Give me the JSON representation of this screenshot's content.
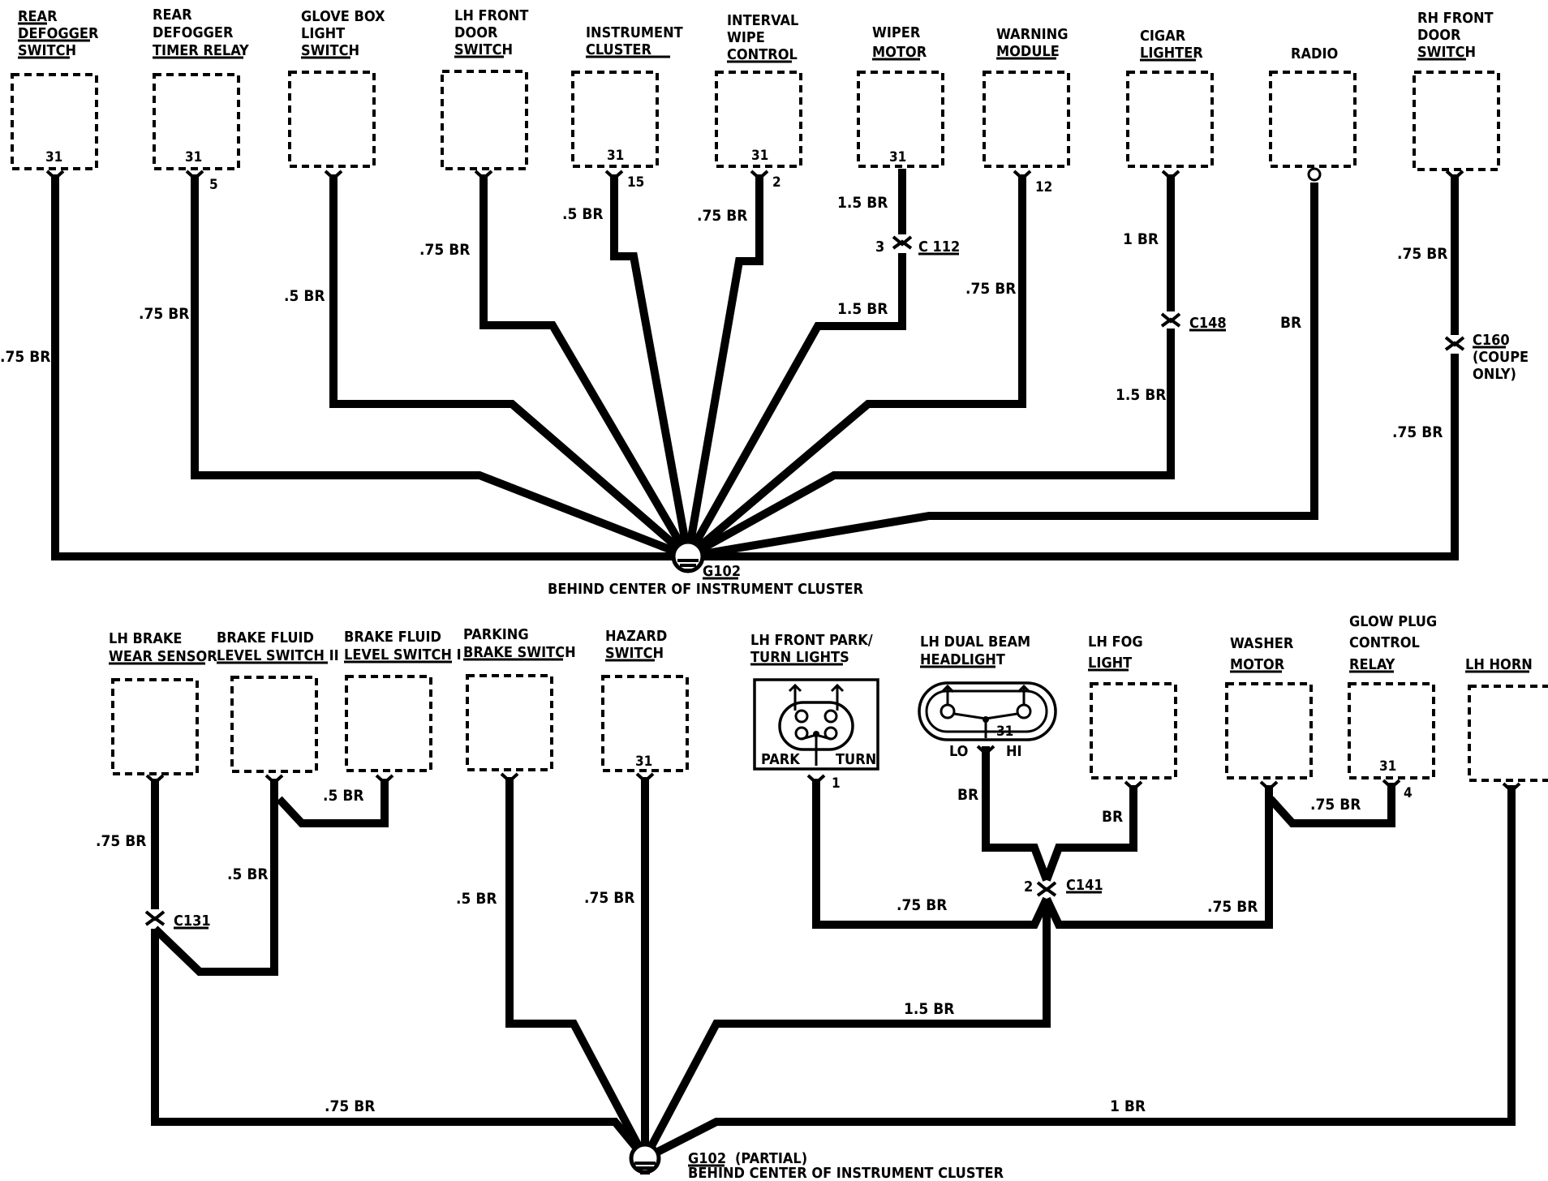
{
  "top": {
    "ground": {
      "id": "G102",
      "location": "BEHIND CENTER OF INSTRUMENT CLUSTER"
    },
    "components": [
      {
        "key": "rear_defogger_switch",
        "lines": [
          "REAR",
          "DEFOGGER",
          "SWITCH"
        ],
        "pin": "31"
      },
      {
        "key": "rear_defogger_timer_relay",
        "lines": [
          "REAR",
          "DEFOGGER",
          "TIMER RELAY"
        ],
        "pin": "31",
        "terminal": "5"
      },
      {
        "key": "glove_box_light_switch",
        "lines": [
          "GLOVE BOX",
          "LIGHT",
          "SWITCH"
        ]
      },
      {
        "key": "lh_front_door_switch",
        "lines": [
          "LH FRONT",
          "DOOR",
          "SWITCH"
        ]
      },
      {
        "key": "instrument_cluster",
        "lines": [
          "INSTRUMENT",
          "CLUSTER"
        ],
        "pin": "31",
        "terminal": "15"
      },
      {
        "key": "interval_wipe_control",
        "lines": [
          "INTERVAL",
          "WIPE",
          "CONTROL"
        ],
        "pin": "31",
        "terminal": "2"
      },
      {
        "key": "wiper_motor",
        "lines": [
          "WIPER",
          "MOTOR"
        ],
        "pin": "31"
      },
      {
        "key": "warning_module",
        "lines": [
          "WARNING",
          "MODULE"
        ],
        "terminal": "12"
      },
      {
        "key": "cigar_lighter",
        "lines": [
          "CIGAR",
          "LIGHTER"
        ]
      },
      {
        "key": "radio",
        "lines": [
          "RADIO"
        ]
      },
      {
        "key": "rh_front_door_switch",
        "lines": [
          "RH FRONT",
          "DOOR",
          "SWITCH"
        ]
      }
    ],
    "connectors": {
      "c112": {
        "id": "C 112",
        "pin": "3"
      },
      "c148": {
        "id": "C148"
      },
      "c160": {
        "id": "C160",
        "note": [
          "(COUPE",
          "ONLY)"
        ]
      }
    },
    "wires": {
      "rear_defogger_switch": ".75 BR",
      "rear_defogger_timer_relay": ".75 BR",
      "glove_box_light_switch": ".5 BR",
      "lh_front_door_switch": ".75 BR",
      "instrument_cluster": ".5 BR",
      "interval_wipe_control": ".75 BR",
      "wiper_motor_upper": "1.5 BR",
      "wiper_motor_lower": "1.5 BR",
      "warning_module": ".75 BR",
      "cigar_lighter_upper": "1 BR",
      "cigar_lighter_lower": "1.5 BR",
      "radio": "BR",
      "rh_front_door_switch_upper": ".75 BR",
      "rh_front_door_switch_lower": ".75 BR"
    }
  },
  "bottom": {
    "ground": {
      "id": "G102",
      "note": "(PARTIAL)",
      "location": "BEHIND CENTER OF INSTRUMENT  CLUSTER"
    },
    "components": [
      {
        "key": "lh_brake_wear_sensor",
        "lines": [
          "LH BRAKE",
          "WEAR SENSOR"
        ]
      },
      {
        "key": "brake_fluid_level_switch_ii",
        "lines": [
          "BRAKE FLUID",
          "LEVEL SWITCH II"
        ]
      },
      {
        "key": "brake_fluid_level_switch_i",
        "lines": [
          "BRAKE FLUID",
          "LEVEL SWITCH I"
        ]
      },
      {
        "key": "parking_brake_switch",
        "lines": [
          "PARKING",
          "BRAKE SWITCH"
        ]
      },
      {
        "key": "hazard_switch",
        "lines": [
          "HAZARD",
          "SWITCH"
        ],
        "pin": "31"
      },
      {
        "key": "lh_front_park_turn_lights",
        "lines": [
          "LH FRONT PARK/",
          "TURN LIGHTS"
        ],
        "park": "PARK",
        "turn": "TURN",
        "terminal": "1"
      },
      {
        "key": "lh_dual_beam_headlight",
        "lines": [
          "LH DUAL BEAM",
          "HEADLIGHT"
        ],
        "lo": "LO",
        "hi": "HI",
        "pin": "31"
      },
      {
        "key": "lh_fog_light",
        "lines": [
          "LH FOG",
          "LIGHT"
        ]
      },
      {
        "key": "washer_motor",
        "lines": [
          "WASHER",
          "MOTOR"
        ]
      },
      {
        "key": "glow_plug_control_relay",
        "lines": [
          "GLOW PLUG",
          "CONTROL",
          "RELAY"
        ],
        "pin": "31",
        "terminal": "4"
      },
      {
        "key": "lh_horn",
        "lines": [
          "LH HORN"
        ]
      }
    ],
    "connectors": {
      "c131": {
        "id": "C131"
      },
      "c141": {
        "id": "C141",
        "pin": "2"
      }
    },
    "wires": {
      "lh_brake_wear_sensor": ".75 BR",
      "brake_fluid_ii": ".5 BR",
      "brake_fluid_i": ".5 BR",
      "parking_brake": ".5 BR",
      "hazard": ".75 BR",
      "headlight": "BR",
      "fog_light": "BR",
      "park_turn": ".75 BR",
      "washer": ".75 BR",
      "glow_plug": ".75 BR",
      "c141_to_ground": "1.5 BR",
      "c131_to_ground": ".75 BR",
      "horn": "1 BR"
    }
  }
}
